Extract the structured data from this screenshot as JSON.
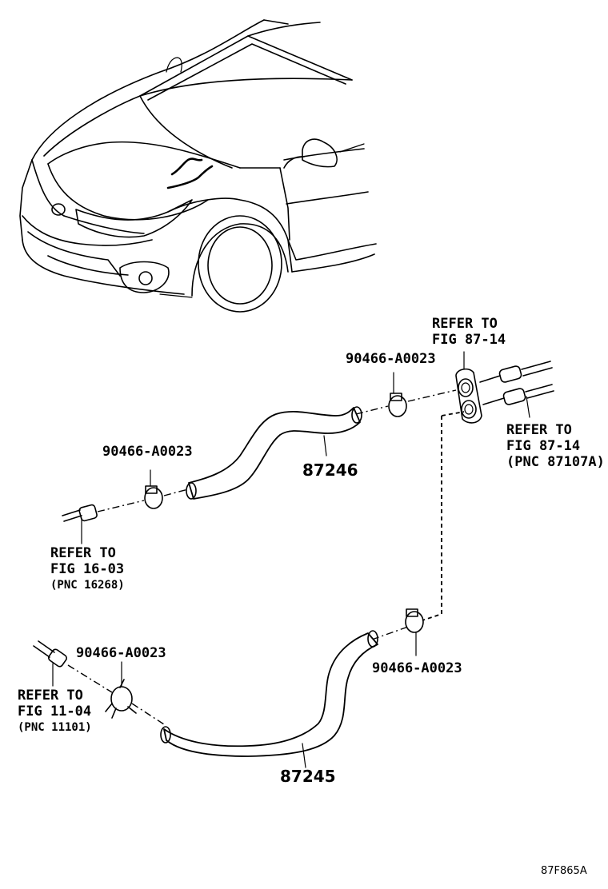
{
  "parts": {
    "hose_upper": "87246",
    "hose_lower": "87245"
  },
  "clamps": {
    "clamp_upper_left": "90466-A0023",
    "clamp_upper_right": "90466-A0023",
    "clamp_lower_left": "90466-A0023",
    "clamp_lower_right": "90466-A0023"
  },
  "refs": {
    "ref_top_right_a": {
      "line1": "REFER TO",
      "line2": "FIG 87-14"
    },
    "ref_top_right_b": {
      "line1": "REFER TO",
      "line2": "FIG 87-14",
      "line3": "(PNC 87107A)"
    },
    "ref_mid_left": {
      "line1": "REFER TO",
      "line2": "FIG 16-03",
      "line3": "(PNC 16268)"
    },
    "ref_bottom_left": {
      "line1": "REFER TO",
      "line2": "FIG 11-04",
      "line3": "(PNC 11101)"
    }
  },
  "figure_code": "87F865A"
}
